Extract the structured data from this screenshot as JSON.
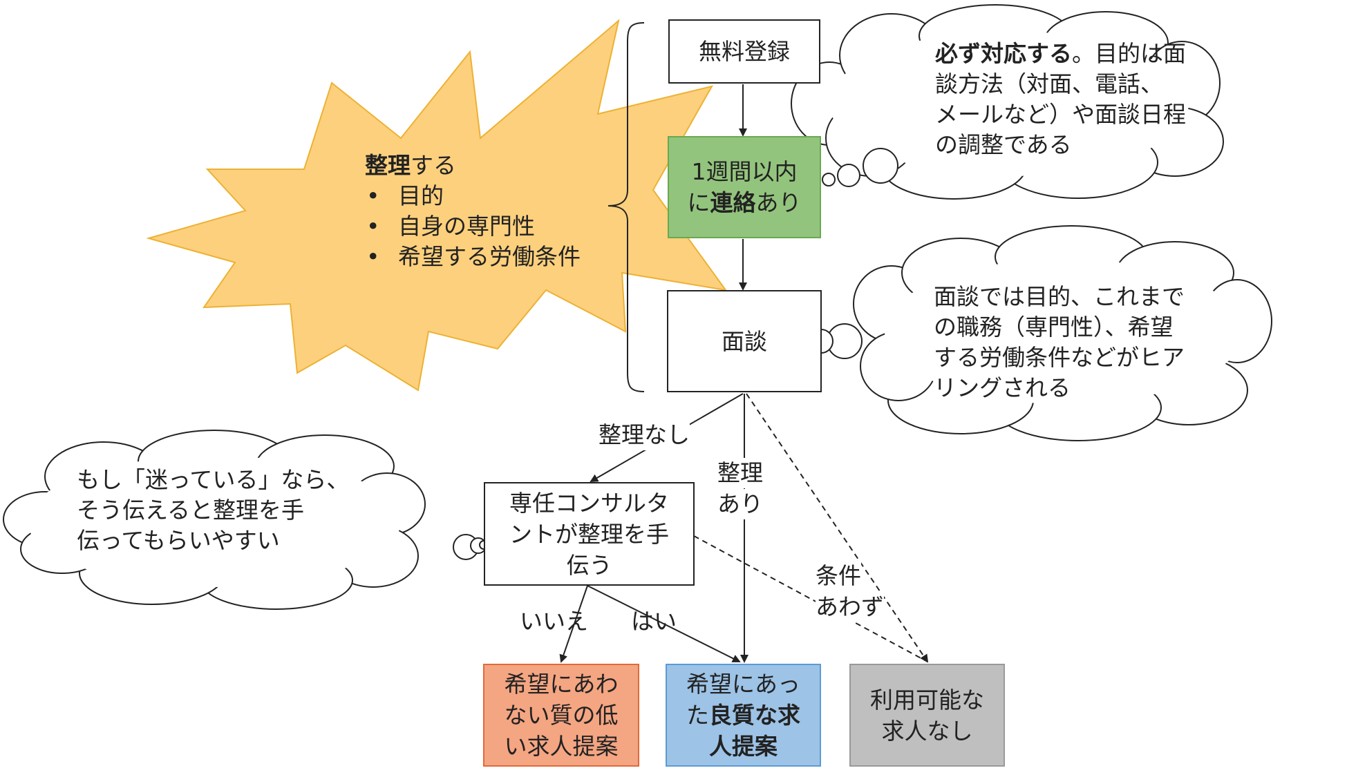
{
  "nodes": {
    "register": "無料登録",
    "contact": {
      "line1": "1週間以内",
      "line2_pre": "に",
      "line2_bold": "連絡",
      "line2_post": "あり"
    },
    "interview": "面談",
    "consultant": {
      "line1": "専任コンサルタ",
      "line2": "ントが整理を手",
      "line3": "伝う"
    },
    "low_quality": {
      "line1": "希望にあわ",
      "line2": "ない質の低",
      "line3": "い求人提案"
    },
    "high_quality": {
      "line1": "希望にあっ",
      "line2_pre": "た",
      "line2_bold": "良質な求",
      "line3_bold": "人提案"
    },
    "none": {
      "line1": "利用可能な",
      "line2": "求人なし"
    }
  },
  "burst": {
    "title_bold": "整理",
    "title_rest": "する",
    "items": [
      "目的",
      "自身の専門性",
      "希望する労働条件"
    ]
  },
  "clouds": {
    "contact_note": {
      "line1_bold": "必ず対応する",
      "line1_rest": "。目的は面",
      "line2": "談方法（対面、電話、",
      "line3": "メールなど）や面談日程",
      "line4": "の調整である"
    },
    "interview_note": {
      "line1": "面談では目的、これまで",
      "line2": "の職務（専門性）、希望",
      "line3": "する労働条件などがヒア",
      "line4": "リングされる"
    },
    "consultant_note": {
      "line1": "もし「迷っている」なら、",
      "line2": "そう伝えると整理を手",
      "line3": "伝ってもらいやすい"
    }
  },
  "edge_labels": {
    "not_organized": "整理なし",
    "organized_1": "整理",
    "organized_2": "あり",
    "no": "いいえ",
    "yes": "はい",
    "mismatch_1": "条件",
    "mismatch_2": "あわず"
  },
  "colors": {
    "burst_fill": "#FDD07D",
    "burst_stroke": "#EDB133",
    "contact_fill": "#93C47D",
    "contact_stroke": "#6AA84F",
    "low_quality_fill": "#F4A582",
    "low_quality_stroke": "#E06A3A",
    "high_quality_fill": "#9DC3E6",
    "high_quality_stroke": "#5B9BD5",
    "none_fill": "#BFBFBF",
    "none_stroke": "#999999"
  }
}
